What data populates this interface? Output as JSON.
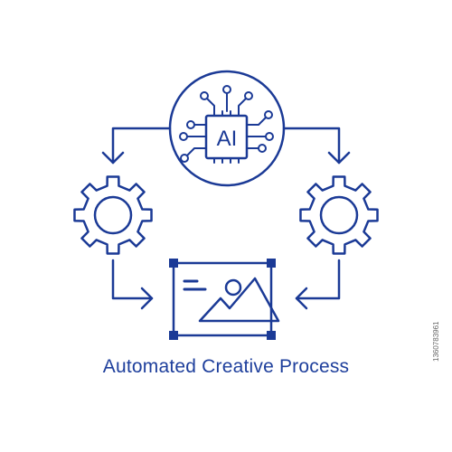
{
  "caption": "Automated Creative Process",
  "chip_label": "AI",
  "stock_id": "1360783961",
  "colors": {
    "line": "#1b3a96",
    "caption": "#1e3f9c",
    "background": "#ffffff"
  },
  "icons": {
    "top": "ai-chip-icon",
    "left": "gear-icon",
    "right": "gear-icon",
    "bottom": "image-canvas-icon"
  }
}
